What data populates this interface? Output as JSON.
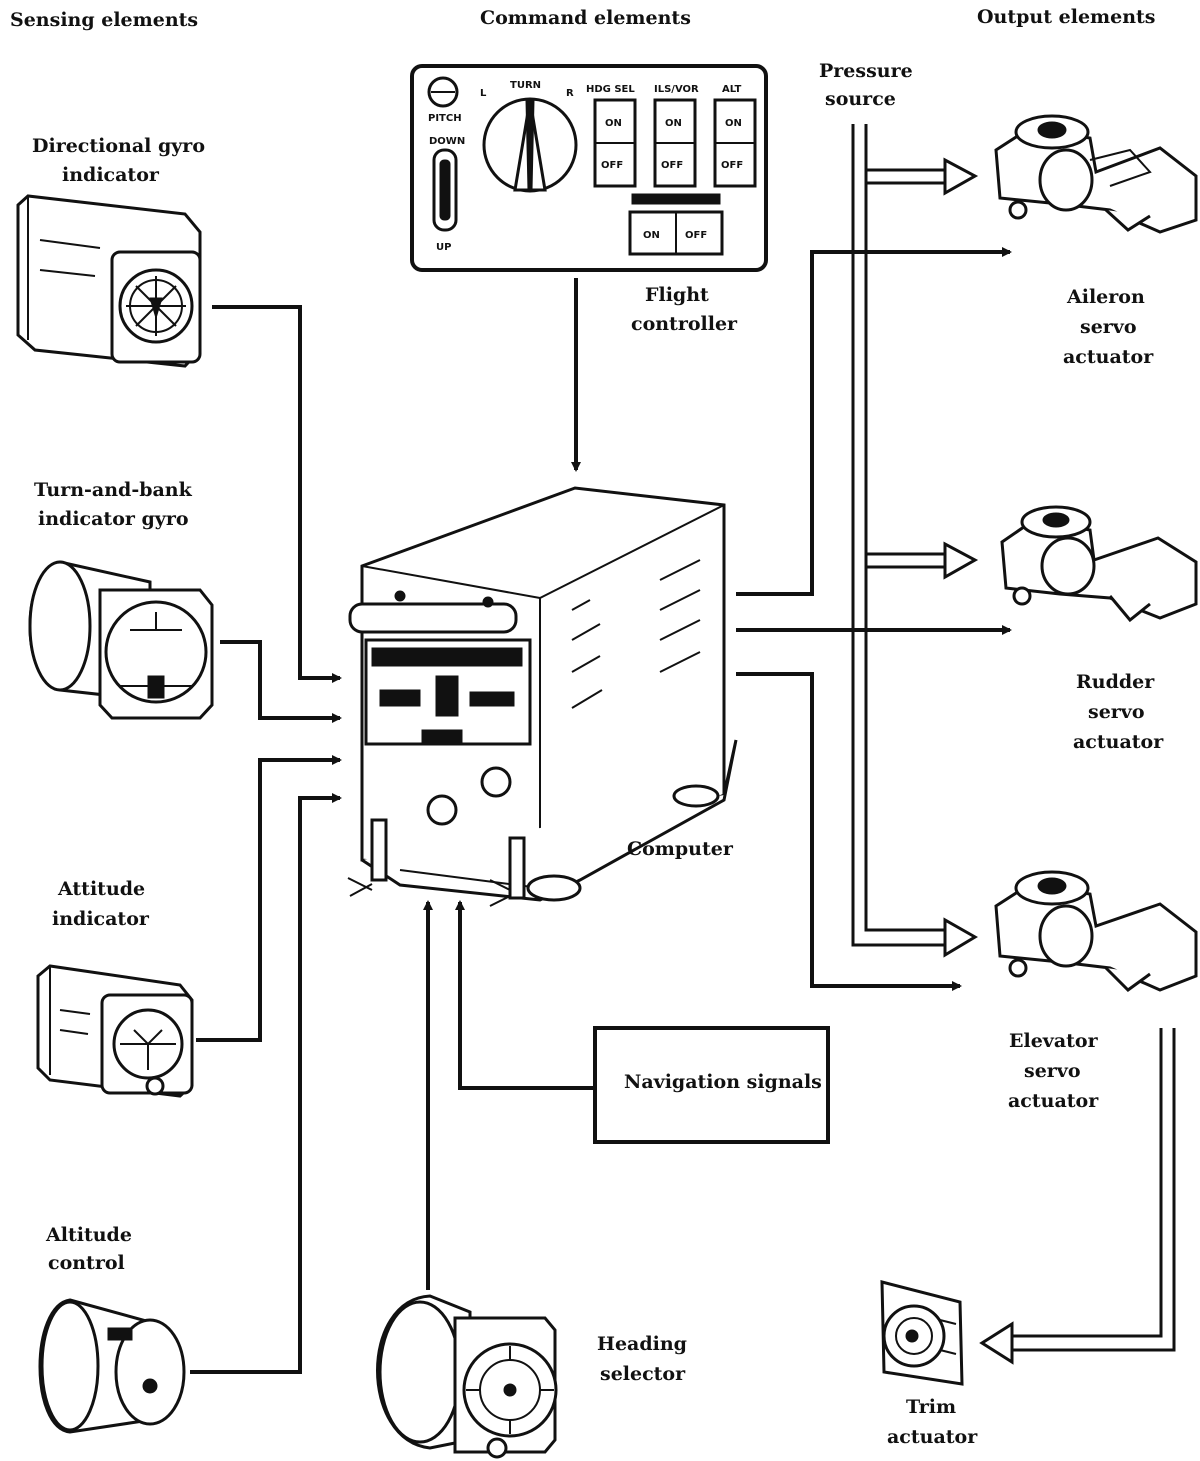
{
  "headers": {
    "sensing": "Sensing elements",
    "command": "Command elements",
    "output": "Output elements"
  },
  "sensing": {
    "directional_gyro": [
      "Directional gyro",
      "indicator"
    ],
    "turn_bank": [
      "Turn-and-bank",
      "indicator gyro"
    ],
    "attitude": [
      "Attitude",
      "indicator"
    ],
    "altitude": [
      "Altitude",
      "control"
    ]
  },
  "command": {
    "flight_controller": [
      "Flight",
      "controller"
    ],
    "computer": "Computer",
    "navigation": "Navigation signals",
    "heading_selector": [
      "Heading",
      "selector"
    ],
    "panel": {
      "pitch": "PITCH",
      "down": "DOWN",
      "up": "UP",
      "turn": "TURN",
      "l": "L",
      "r": "R",
      "hdg_sel": "HDG SEL",
      "ils_vor": "ILS/VOR",
      "alt": "ALT",
      "on": "ON",
      "off": "OFF"
    }
  },
  "output": {
    "pressure": [
      "Pressure",
      "source"
    ],
    "aileron": [
      "Aileron",
      "servo",
      "actuator"
    ],
    "rudder": [
      "Rudder",
      "servo",
      "actuator"
    ],
    "elevator": [
      "Elevator",
      "servo",
      "actuator"
    ],
    "trim": [
      "Trim",
      "actuator"
    ]
  },
  "icons": [
    "directional-gyro-icon",
    "turn-bank-gyro-icon",
    "attitude-indicator-icon",
    "altitude-control-icon",
    "flight-controller-panel-icon",
    "computer-icon",
    "heading-selector-icon",
    "aileron-servo-icon",
    "rudder-servo-icon",
    "elevator-servo-icon",
    "trim-actuator-icon"
  ]
}
